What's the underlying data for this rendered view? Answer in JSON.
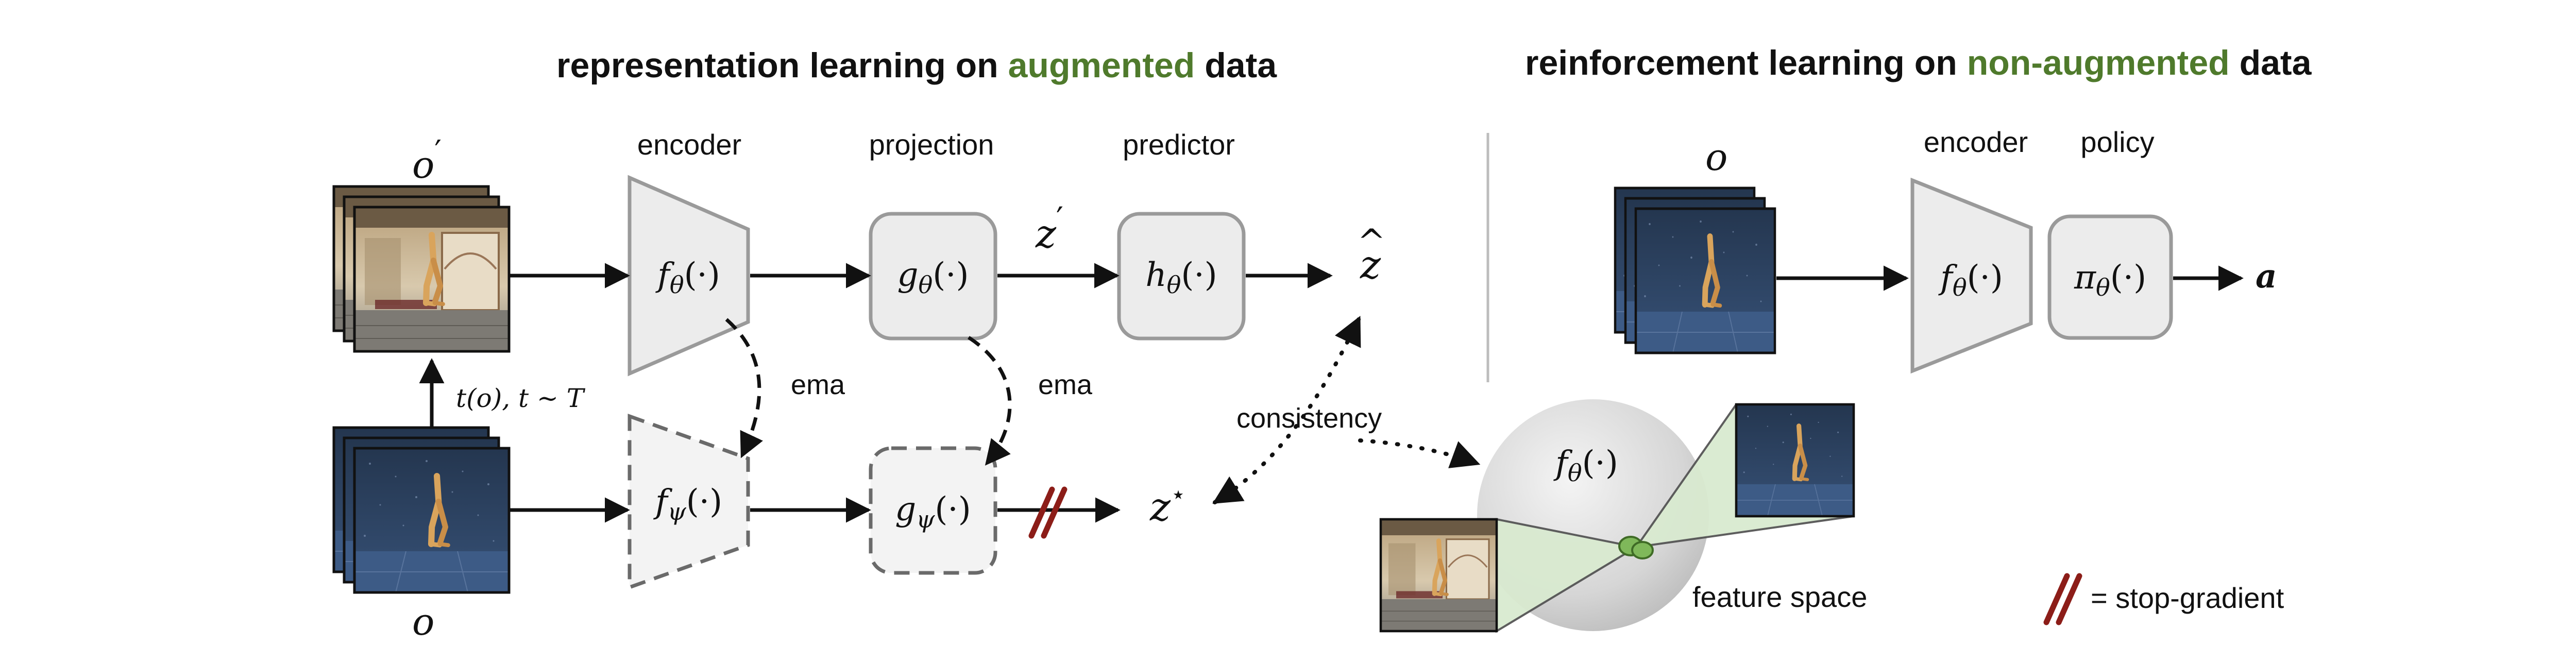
{
  "titles": {
    "left_prefix": "representation learning on ",
    "left_highlight": "augmented",
    "left_suffix": " data",
    "right_prefix": "reinforcement learning on ",
    "right_highlight": "non-augmented",
    "right_suffix": " data"
  },
  "colors": {
    "highlight": "#4f7a2c",
    "stop_gradient": "#8c1d18",
    "module_fill": "#ececec",
    "module_stroke": "#9a9a9a",
    "target_stroke": "#6a6a6a",
    "cone_fill": "#d9ead0",
    "feature_point": "#7fb85a"
  },
  "left": {
    "label_encoder": "encoder",
    "label_projection": "projection",
    "label_predictor": "predictor",
    "obs_aug": {
      "base": "o",
      "mark": "′"
    },
    "obs": "o",
    "aug_label": {
      "t_o": "t(o), t",
      "sim": " ∼ ",
      "T": "T"
    },
    "encoder": {
      "f": "f",
      "sub": "θ",
      "args": "(·)"
    },
    "projection": {
      "g": "g",
      "sub": "θ",
      "args": "(·)"
    },
    "predictor": {
      "h": "h",
      "sub": "θ",
      "args": "(·)"
    },
    "target_encoder": {
      "f": "f",
      "sub": "ψ",
      "args": "(·)"
    },
    "target_projection": {
      "g": "g",
      "sub": "ψ",
      "args": "(·)"
    },
    "z_prime": {
      "base": "z",
      "mark": "′"
    },
    "z_hat": {
      "base": "z",
      "mark": "^"
    },
    "z_star": {
      "base": "z",
      "mark": "⋆"
    },
    "ema_1": "ema",
    "ema_2": "ema",
    "consistency": "consistency"
  },
  "right": {
    "label_encoder": "encoder",
    "label_policy": "policy",
    "obs": "o",
    "encoder": {
      "f": "f",
      "sub": "θ",
      "args": "(·)"
    },
    "policy": {
      "pi": "π",
      "sub": "θ",
      "args": "(·)"
    },
    "action": "a",
    "feature_sphere": {
      "f": "f",
      "sub": "θ",
      "args": "(·)"
    },
    "feature_space": "feature space",
    "legend_stop": "= stop-gradient"
  },
  "icons": {
    "augmented_frames": "augmented-observation-frames-icon",
    "clean_frames": "clean-observation-frames-icon",
    "walker_figure": "walker-figure-icon"
  }
}
